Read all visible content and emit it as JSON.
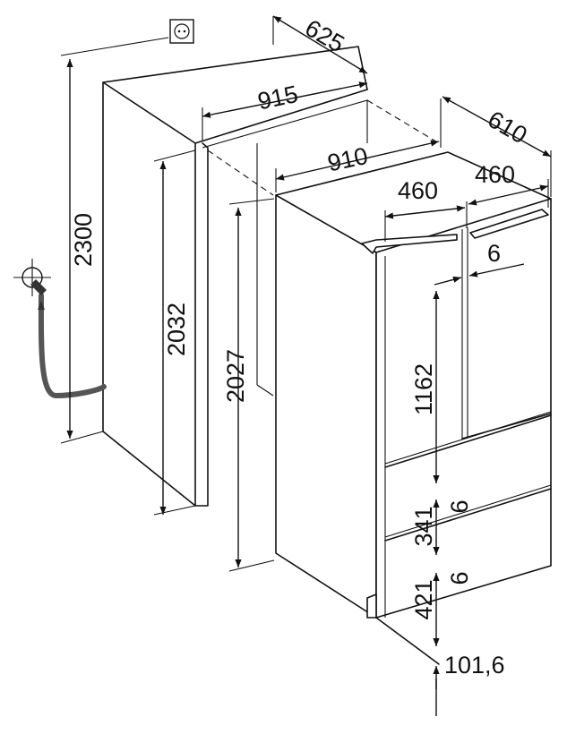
{
  "dimensions": {
    "niche_height": "2300",
    "niche_depth": "625",
    "niche_width": "915",
    "appliance_width": "910",
    "appliance_depth": "610",
    "door_width_left": "460",
    "door_width_right": "460",
    "niche_inner_height": "2032",
    "appliance_height": "2027",
    "door_gap": "6",
    "upper_door_height": "1162",
    "gap_1": "6",
    "middle_drawer_height": "341",
    "gap_2": "6",
    "lower_drawer_height": "421",
    "base_height": "101,6"
  },
  "icons": {
    "power_socket": "power-socket-icon",
    "water_tap": "water-tap-icon"
  },
  "colors": {
    "line": "#111111",
    "hose": "#555555",
    "background": "#ffffff"
  }
}
